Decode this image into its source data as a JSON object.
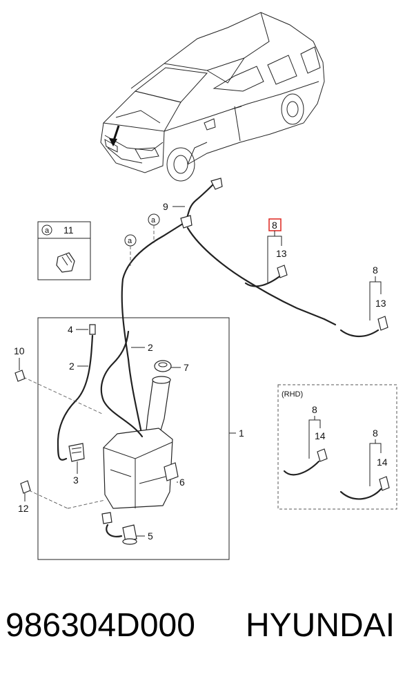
{
  "callouts": {
    "c1": "1",
    "c2a": "2",
    "c2b": "2",
    "c3": "3",
    "c4": "4",
    "c5": "5",
    "c6": "6",
    "c7": "7",
    "c8_hl": "8",
    "c8b": "8",
    "c8c": "8",
    "c8d": "8",
    "c9": "9",
    "c10": "10",
    "c11": "11",
    "c12": "12",
    "c13a": "13",
    "c13b": "13",
    "c14a": "14",
    "c14b": "14"
  },
  "markers": {
    "a1": "a",
    "a2": "a",
    "a3": "a"
  },
  "rhd_label": "(RHD)",
  "footer": {
    "part_number": "986304D000",
    "brand": "HYUNDAI"
  },
  "colors": {
    "highlight": "#e0302a",
    "ink": "#222222"
  }
}
